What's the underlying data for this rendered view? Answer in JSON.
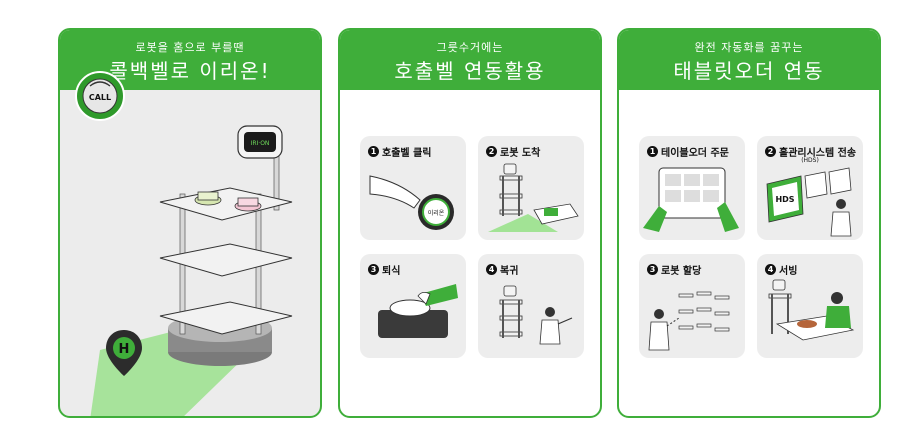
{
  "card1": {
    "subtitle": "로봇을 홈으로 부를땐",
    "title": "콜백벨로 이리온!",
    "call_badge": "CALL",
    "home_marker": "H",
    "robot_screen": "IRI·ON"
  },
  "card2": {
    "subtitle": "그릇수거에는",
    "title": "호출벨 연동활용",
    "steps": [
      {
        "num": "1",
        "label": "호출벨 클릭",
        "device_text": "이리온"
      },
      {
        "num": "2",
        "label": "로봇 도착"
      },
      {
        "num": "3",
        "label": "퇴식"
      },
      {
        "num": "4",
        "label": "복귀"
      }
    ]
  },
  "card3": {
    "subtitle": "완전 자동화를 꿈꾸는",
    "title": "태블릿오더 연동",
    "steps": [
      {
        "num": "1",
        "label": "테이블오더 주문"
      },
      {
        "num": "2",
        "label": "홀관리시스템 전송",
        "note": "(HDS)",
        "device_text": "HDS"
      },
      {
        "num": "3",
        "label": "로봇 할당"
      },
      {
        "num": "4",
        "label": "서빙"
      }
    ]
  },
  "colors": {
    "accent": "#3fae3a",
    "dark": "#111111",
    "tile_bg": "#ededed"
  }
}
